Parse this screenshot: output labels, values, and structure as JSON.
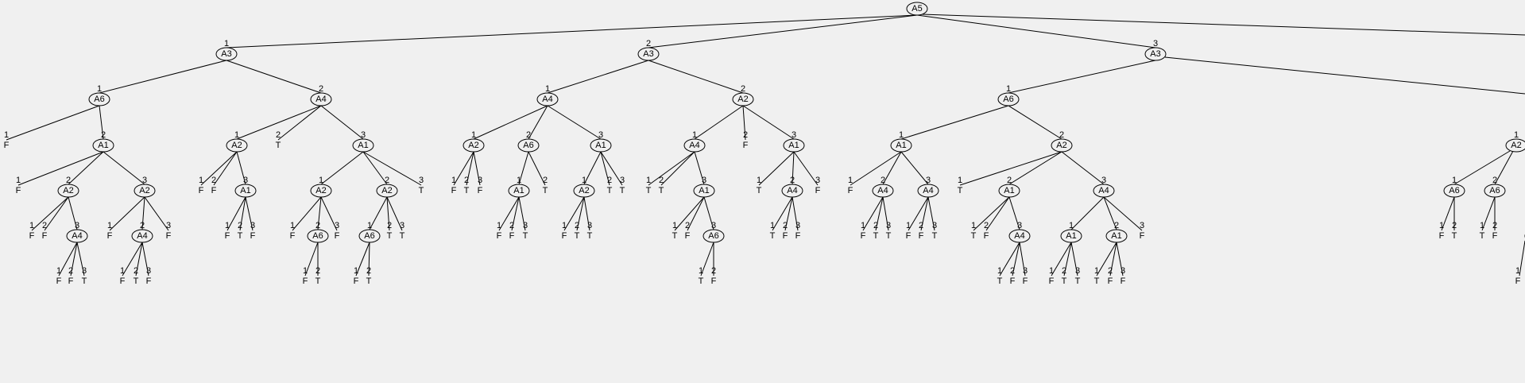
{
  "tree": {
    "label": "A5",
    "children": [
      {
        "edge": "1",
        "label": "A3",
        "children": [
          {
            "edge": "1",
            "label": "A6",
            "children": [
              {
                "edge": "1",
                "label": "F"
              },
              {
                "edge": "2",
                "label": "A1",
                "children": [
                  {
                    "edge": "1",
                    "label": "F"
                  },
                  {
                    "edge": "2",
                    "label": "A2",
                    "children": [
                      {
                        "edge": "1",
                        "label": "F"
                      },
                      {
                        "edge": "2",
                        "label": "F"
                      },
                      {
                        "edge": "3",
                        "label": "A4",
                        "children": [
                          {
                            "edge": "1",
                            "label": "F"
                          },
                          {
                            "edge": "2",
                            "label": "F"
                          },
                          {
                            "edge": "3",
                            "label": "T"
                          }
                        ]
                      }
                    ]
                  },
                  {
                    "edge": "3",
                    "label": "A2",
                    "children": [
                      {
                        "edge": "1",
                        "label": "F"
                      },
                      {
                        "edge": "2",
                        "label": "A4",
                        "children": [
                          {
                            "edge": "1",
                            "label": "F"
                          },
                          {
                            "edge": "2",
                            "label": "T"
                          },
                          {
                            "edge": "3",
                            "label": "F"
                          }
                        ]
                      },
                      {
                        "edge": "3",
                        "label": "F"
                      }
                    ]
                  }
                ]
              }
            ]
          },
          {
            "edge": "2",
            "label": "A4",
            "children": [
              {
                "edge": "1",
                "label": "A2",
                "children": [
                  {
                    "edge": "1",
                    "label": "F"
                  },
                  {
                    "edge": "2",
                    "label": "F"
                  },
                  {
                    "edge": "3",
                    "label": "A1",
                    "children": [
                      {
                        "edge": "1",
                        "label": "F"
                      },
                      {
                        "edge": "2",
                        "label": "T"
                      },
                      {
                        "edge": "3",
                        "label": "F"
                      }
                    ]
                  }
                ]
              },
              {
                "edge": "2",
                "label": "T"
              },
              {
                "edge": "3",
                "label": "A1",
                "children": [
                  {
                    "edge": "1",
                    "label": "A2",
                    "children": [
                      {
                        "edge": "1",
                        "label": "F"
                      },
                      {
                        "edge": "2",
                        "label": "A6",
                        "children": [
                          {
                            "edge": "1",
                            "label": "F"
                          },
                          {
                            "edge": "2",
                            "label": "T"
                          }
                        ]
                      },
                      {
                        "edge": "3",
                        "label": "F"
                      }
                    ]
                  },
                  {
                    "edge": "2",
                    "label": "A2",
                    "children": [
                      {
                        "edge": "1",
                        "label": "A6",
                        "children": [
                          {
                            "edge": "1",
                            "label": "F"
                          },
                          {
                            "edge": "2",
                            "label": "T"
                          }
                        ]
                      },
                      {
                        "edge": "2",
                        "label": "T"
                      },
                      {
                        "edge": "3",
                        "label": "T"
                      }
                    ]
                  },
                  {
                    "edge": "3",
                    "label": "T"
                  }
                ]
              }
            ]
          }
        ]
      },
      {
        "edge": "2",
        "label": "A3",
        "children": [
          {
            "edge": "1",
            "label": "A4",
            "children": [
              {
                "edge": "1",
                "label": "A2",
                "children": [
                  {
                    "edge": "1",
                    "label": "F"
                  },
                  {
                    "edge": "2",
                    "label": "T"
                  },
                  {
                    "edge": "3",
                    "label": "F"
                  }
                ]
              },
              {
                "edge": "2",
                "label": "A6",
                "children": [
                  {
                    "edge": "1",
                    "label": "A1",
                    "children": [
                      {
                        "edge": "1",
                        "label": "F"
                      },
                      {
                        "edge": "2",
                        "label": "F"
                      },
                      {
                        "edge": "3",
                        "label": "T"
                      }
                    ]
                  },
                  {
                    "edge": "2",
                    "label": "T"
                  }
                ]
              },
              {
                "edge": "3",
                "label": "A1",
                "children": [
                  {
                    "edge": "1",
                    "label": "A2",
                    "children": [
                      {
                        "edge": "1",
                        "label": "F"
                      },
                      {
                        "edge": "2",
                        "label": "T"
                      },
                      {
                        "edge": "3",
                        "label": "T"
                      }
                    ]
                  },
                  {
                    "edge": "2",
                    "label": "T"
                  },
                  {
                    "edge": "3",
                    "label": "T"
                  }
                ]
              }
            ]
          },
          {
            "edge": "2",
            "label": "A2",
            "children": [
              {
                "edge": "1",
                "label": "A4",
                "children": [
                  {
                    "edge": "1",
                    "label": "T"
                  },
                  {
                    "edge": "2",
                    "label": "T"
                  },
                  {
                    "edge": "3",
                    "label": "A1",
                    "children": [
                      {
                        "edge": "1",
                        "label": "T"
                      },
                      {
                        "edge": "2",
                        "label": "F"
                      },
                      {
                        "edge": "3",
                        "label": "A6",
                        "children": [
                          {
                            "edge": "1",
                            "label": "T"
                          },
                          {
                            "edge": "2",
                            "label": "F"
                          }
                        ]
                      }
                    ]
                  }
                ]
              },
              {
                "edge": "2",
                "label": "F"
              },
              {
                "edge": "3",
                "label": "A1",
                "children": [
                  {
                    "edge": "1",
                    "label": "T"
                  },
                  {
                    "edge": "2",
                    "label": "A4",
                    "children": [
                      {
                        "edge": "1",
                        "label": "T"
                      },
                      {
                        "edge": "2",
                        "label": "F"
                      },
                      {
                        "edge": "3",
                        "label": "F"
                      }
                    ]
                  },
                  {
                    "edge": "3",
                    "label": "F"
                  }
                ]
              }
            ]
          }
        ]
      },
      {
        "edge": "3",
        "label": "A3",
        "children": [
          {
            "edge": "1",
            "label": "A6",
            "children": [
              {
                "edge": "1",
                "label": "A1",
                "children": [
                  {
                    "edge": "1",
                    "label": "F"
                  },
                  {
                    "edge": "2",
                    "label": "A4",
                    "children": [
                      {
                        "edge": "1",
                        "label": "F"
                      },
                      {
                        "edge": "2",
                        "label": "T"
                      },
                      {
                        "edge": "3",
                        "label": "T"
                      }
                    ]
                  },
                  {
                    "edge": "3",
                    "label": "A4",
                    "children": [
                      {
                        "edge": "1",
                        "label": "F"
                      },
                      {
                        "edge": "2",
                        "label": "F"
                      },
                      {
                        "edge": "3",
                        "label": "T"
                      }
                    ]
                  }
                ]
              },
              {
                "edge": "2",
                "label": "A2",
                "children": [
                  {
                    "edge": "1",
                    "label": "T"
                  },
                  {
                    "edge": "2",
                    "label": "A1",
                    "children": [
                      {
                        "edge": "1",
                        "label": "T"
                      },
                      {
                        "edge": "2",
                        "label": "F"
                      },
                      {
                        "edge": "3",
                        "label": "A4",
                        "children": [
                          {
                            "edge": "1",
                            "label": "T"
                          },
                          {
                            "edge": "2",
                            "label": "F"
                          },
                          {
                            "edge": "3",
                            "label": "F"
                          }
                        ]
                      }
                    ]
                  },
                  {
                    "edge": "3",
                    "label": "A4",
                    "children": [
                      {
                        "edge": "1",
                        "label": "A1",
                        "children": [
                          {
                            "edge": "1",
                            "label": "F"
                          },
                          {
                            "edge": "2",
                            "label": "T"
                          },
                          {
                            "edge": "3",
                            "label": "T"
                          }
                        ]
                      },
                      {
                        "edge": "2",
                        "label": "A1",
                        "children": [
                          {
                            "edge": "1",
                            "label": "T"
                          },
                          {
                            "edge": "2",
                            "label": "F"
                          },
                          {
                            "edge": "3",
                            "label": "F"
                          }
                        ]
                      },
                      {
                        "edge": "3",
                        "label": "F"
                      }
                    ]
                  }
                ]
              }
            ]
          }
        ]
      }
    ]
  },
  "partial": {
    "a2": {
      "edge": "1",
      "label": "A2"
    },
    "a6a": {
      "edge": "1",
      "label": "A6",
      "leaves": [
        {
          "edge": "1",
          "label": "F"
        },
        {
          "edge": "2",
          "label": "T"
        }
      ]
    },
    "a6b": {
      "edge": "2",
      "label": "A6",
      "leaves": [
        {
          "edge": "1",
          "label": "T"
        },
        {
          "edge": "2",
          "label": "F"
        }
      ]
    },
    "stub": {
      "leaves": [
        {
          "edge": "1",
          "label": "F"
        }
      ]
    }
  }
}
